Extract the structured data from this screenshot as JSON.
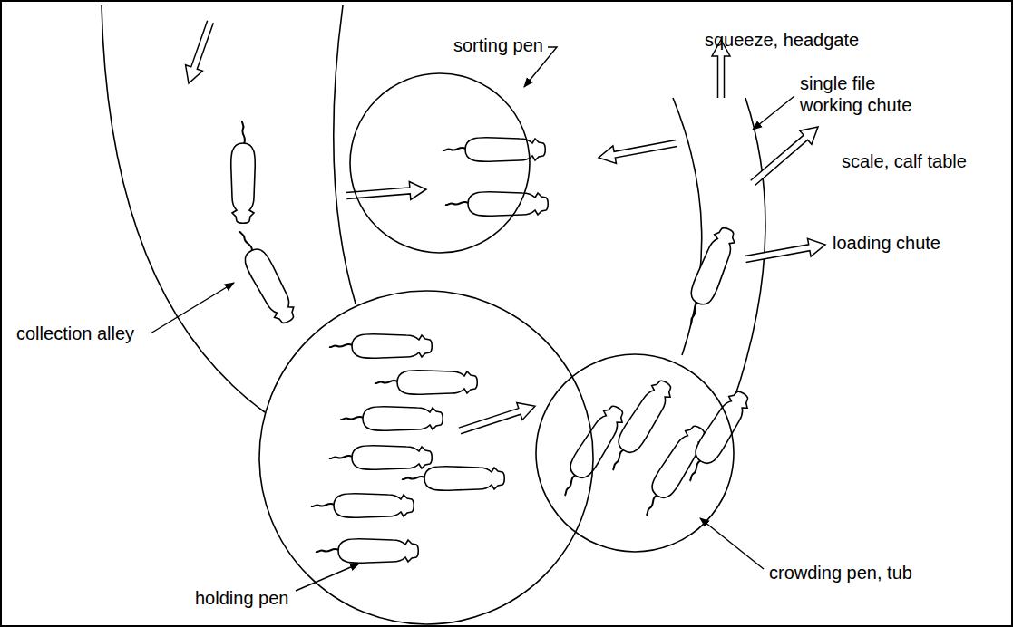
{
  "diagram": {
    "nodes": [
      {
        "text": [
          "sorting pen"
        ]
      },
      {
        "text": [
          "holding pen"
        ]
      },
      {
        "text": [
          "crowding pen, tub"
        ]
      }
    ],
    "edges": [
      {
        "from": 1,
        "to": 2,
        "arrow": "to"
      }
    ],
    "labels": [
      "collection alley",
      "squeeze, headgate",
      "single file working chute",
      "scale, calf table",
      "loading chute"
    ]
  }
}
